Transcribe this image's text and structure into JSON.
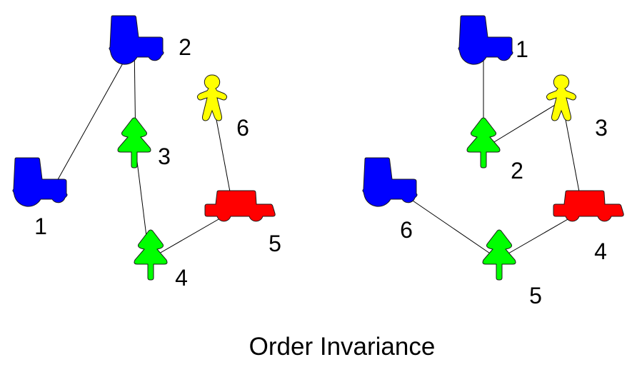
{
  "title": "Order Invariance",
  "colors": {
    "tractor": "#0000ff",
    "tree": "#00ff00",
    "person": "#ffff00",
    "car": "#ff0000",
    "line": "#000000"
  },
  "panels": [
    {
      "name": "left-panel",
      "objects": [
        {
          "id": "tractor-a",
          "type": "tractor",
          "order": "1"
        },
        {
          "id": "tractor-b",
          "type": "tractor",
          "order": "2"
        },
        {
          "id": "tree-a",
          "type": "tree",
          "order": "3"
        },
        {
          "id": "tree-b",
          "type": "tree",
          "order": "4"
        },
        {
          "id": "car",
          "type": "car",
          "order": "5"
        },
        {
          "id": "person",
          "type": "person",
          "order": "6"
        }
      ],
      "path": [
        "tractor-a",
        "tractor-b",
        "tree-a",
        "tree-b",
        "car",
        "person"
      ]
    },
    {
      "name": "right-panel",
      "objects": [
        {
          "id": "tractor-b",
          "type": "tractor",
          "order": "1"
        },
        {
          "id": "tree-a",
          "type": "tree",
          "order": "2"
        },
        {
          "id": "person",
          "type": "person",
          "order": "3"
        },
        {
          "id": "car",
          "type": "car",
          "order": "4"
        },
        {
          "id": "tree-b",
          "type": "tree",
          "order": "5"
        },
        {
          "id": "tractor-a",
          "type": "tractor",
          "order": "6"
        }
      ],
      "path": [
        "tractor-b",
        "tree-a",
        "person",
        "car",
        "tree-b",
        "tractor-a"
      ]
    }
  ]
}
